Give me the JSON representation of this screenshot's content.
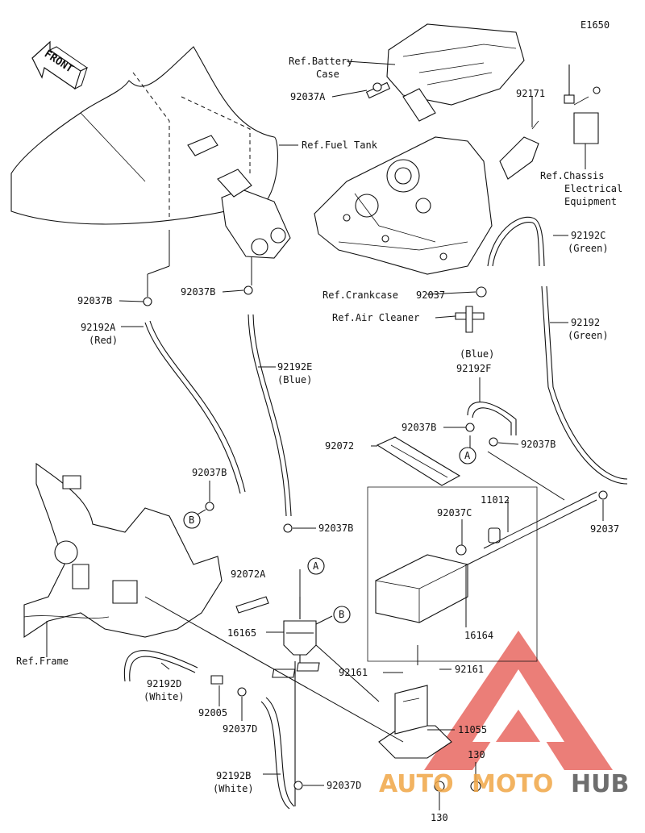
{
  "diagram_code": "E1650",
  "front_label": "FRONT",
  "ref_labels": {
    "battery_case_1": "Ref.Battery",
    "battery_case_2": "Case",
    "fuel_tank": "Ref.Fuel Tank",
    "chassis_1": "Ref.Chassis",
    "chassis_2": "Electrical",
    "chassis_3": "Equipment",
    "crankcase": "Ref.Crankcase",
    "air_cleaner": "Ref.Air Cleaner",
    "frame": "Ref.Frame"
  },
  "parts": {
    "p92037A": "92037A",
    "p92171": "92171",
    "p92037B_l": "92037B",
    "p92037B_m": "92037B",
    "p92192A": "92192A",
    "p92192A_color": "(Red)",
    "p92192E": "92192E",
    "p92192E_color": "(Blue)",
    "p92037_top": "92037",
    "p92192C": "92192C",
    "p92192C_color": "(Green)",
    "p92192": "92192",
    "p92192_color": "(Green)",
    "p92192F_color": "(Blue)",
    "p92192F": "92192F",
    "p92037B_f1": "92037B",
    "p92037B_f2": "92037B",
    "p92072": "92072",
    "p92037B_low": "92037B",
    "p92037B_mid": "92037B",
    "p11012": "11012",
    "p92037C": "92037C",
    "p92037_right": "92037",
    "p92072A": "92072A",
    "p16165": "16165",
    "p16164": "16164",
    "p92161_l": "92161",
    "p92161_r": "92161",
    "p11055": "11055",
    "p92192D": "92192D",
    "p92192D_color": "(White)",
    "p92005": "92005",
    "p92037D_l": "92037D",
    "p92192B": "92192B",
    "p92192B_color": "(White)",
    "p92037D_r": "92037D",
    "p130_top": "130",
    "p130_bot": "130"
  },
  "markers": {
    "A1": "A",
    "A2": "A",
    "B1": "B",
    "B2": "B"
  },
  "watermark": {
    "part1": "AUTO",
    "part2": "MOTO",
    "part3": "HUB",
    "color_red": "#e5534b",
    "color_orange": "#f0a646",
    "color_gray": "#555555"
  }
}
